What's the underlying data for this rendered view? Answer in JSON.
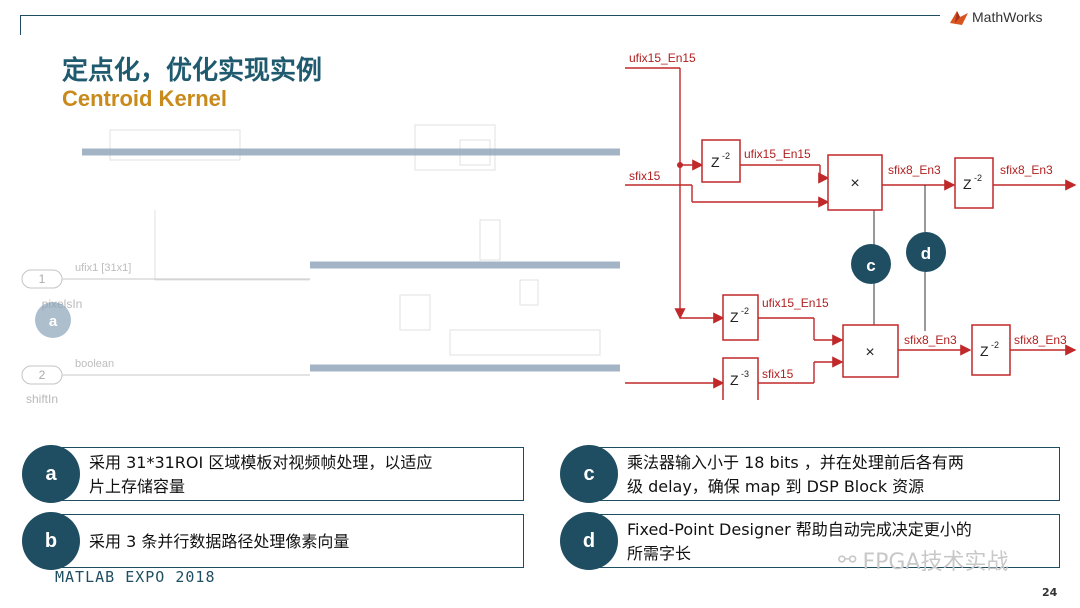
{
  "brand": {
    "logo_text": "MathWorks",
    "footer_text": "MATLAB EXPO 2018",
    "page_number": "24"
  },
  "slide": {
    "title": "定点化，优化实现实例",
    "subtitle": "Centroid Kernel"
  },
  "left_diagram": {
    "port1_number": "1",
    "port1_label": "pixelsIn",
    "port1_signal": "ufix1 [31x1]",
    "port2_number": "2",
    "port2_label": "shiftIn",
    "port2_signal": "boolean",
    "badge": "a"
  },
  "right_diagram": {
    "in1_signal": "ufix15_En15",
    "in2_signal": "sfix15",
    "delay1": "Z",
    "delay1_exp": "-2",
    "delay1_out": "ufix15_En15",
    "mult1_symbol": "×",
    "mult1_out": "sfix8_En3",
    "delay2": "Z",
    "delay2_exp": "-2",
    "delay2_out": "sfix8_En3",
    "delay3": "Z",
    "delay3_exp": "-2",
    "delay3_out": "ufix15_En15",
    "delay4": "Z",
    "delay4_exp": "-3",
    "delay4_out": "sfix15",
    "mult2_symbol": "×",
    "mult2_out": "sfix8_En3",
    "delay5": "Z",
    "delay5_exp": "-2",
    "delay5_out": "sfix8_En3",
    "badge_c": "c",
    "badge_d": "d"
  },
  "notes": [
    {
      "badge": "a",
      "lines": [
        "采用 31*31ROI 区域模板对视频帧处理，以适应",
        "片上存储容量"
      ]
    },
    {
      "badge": "b",
      "lines": [
        "采用 3 条并行数据路径处理像素向量"
      ]
    },
    {
      "badge": "c",
      "lines": [
        "乘法器输入小于 18 bits ，并在处理前后各有两",
        "级 delay，确保 map 到 DSP Block 资源"
      ]
    },
    {
      "badge": "d",
      "lines": [
        "Fixed-Point Designer 帮助自动完成决定更小的",
        "所需字长"
      ]
    }
  ],
  "watermark": {
    "text": "FPGA技术实战"
  },
  "colors": {
    "accent": "#1f4e63",
    "signal": "#c0282a",
    "subtitle": "#c98a1c"
  }
}
